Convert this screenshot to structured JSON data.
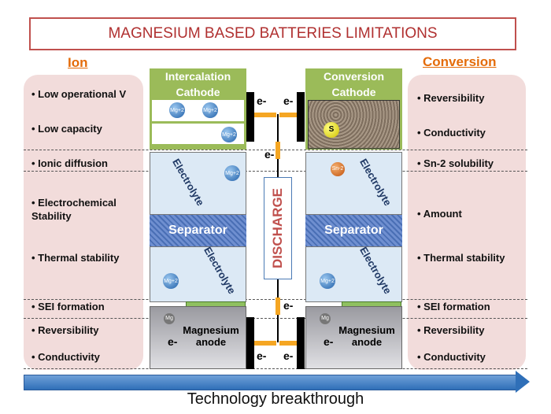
{
  "title": "MAGNESIUM BASED BATTERIES LIMITATIONS",
  "ion_heading": "Ion",
  "conversion_heading": "Conversion",
  "left_items": [
    "Low operational V",
    "Low capacity",
    "Ionic diffusion",
    "Electrochemical Stability",
    "Thermal stability",
    "SEI formation",
    "Reversibility",
    "Conductivity"
  ],
  "right_items": [
    "Reversibility",
    "Conductivity",
    "Sn-2 solubility",
    "Amount",
    "Thermal stability",
    "SEI formation",
    "Reversibility",
    "Conductivity"
  ],
  "left_cell": {
    "cathode": "Intercalation Cathode",
    "electrolyte": "Electrolyte",
    "separator": "Separator",
    "anode": "Magnesium anode",
    "ion": "Mg+2",
    "mg": "Mg"
  },
  "right_cell": {
    "cathode": "Conversion Cathode",
    "electrolyte": "Electrolyte",
    "separator": "Separator",
    "anode": "Magnesium anode",
    "ion": "Mg+2",
    "mg": "Mg",
    "s": "S",
    "sn": "Sn-2"
  },
  "electron": "e-",
  "discharge": "DISCHARGE",
  "footer": "Technology breakthrough"
}
